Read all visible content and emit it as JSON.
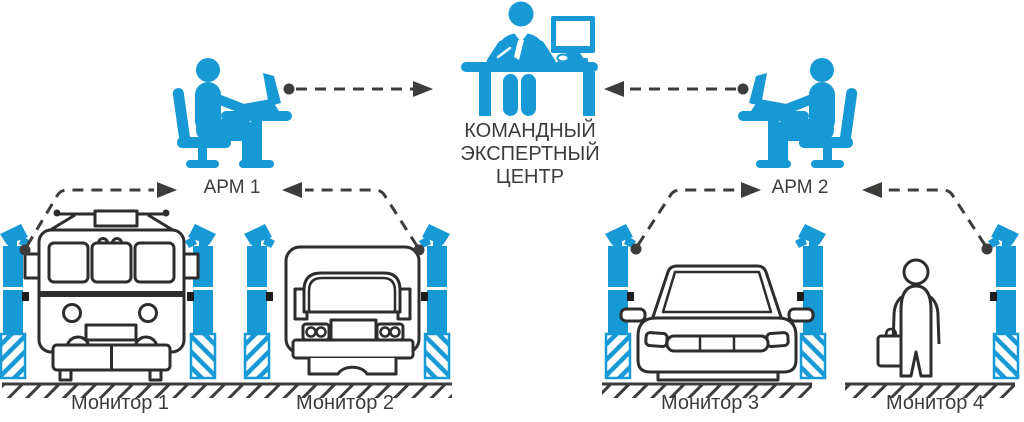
{
  "page": {
    "background": "#FFFFFF"
  },
  "palette": {
    "accent_blue": "#1799D6",
    "connector_dark": "#3C3C3B",
    "outline_dark": "#2D2D2D"
  },
  "command_center": {
    "id": "command-center",
    "label": "КОМАНДНЫЙ ЭКСПЕРТНЫЙ ЦЕНТР",
    "icon": "operator-at-desk-with-monitor"
  },
  "workstations": [
    {
      "id": "arm-1",
      "label": "АРМ 1",
      "icon": "operator-at-laptop-desk",
      "linked_to": [
        "command-center",
        "monitor-1",
        "monitor-2"
      ]
    },
    {
      "id": "arm-2",
      "label": "АРМ 2",
      "icon": "operator-at-laptop-desk",
      "linked_to": [
        "command-center",
        "monitor-3",
        "monitor-4"
      ]
    }
  ],
  "monitoring_zones": [
    {
      "id": "monitor-1",
      "label": "Монитор 1",
      "subject": "train",
      "camera_pillars": 2
    },
    {
      "id": "monitor-2",
      "label": "Монитор 2",
      "subject": "truck",
      "camera_pillars": 2
    },
    {
      "id": "monitor-3",
      "label": "Монитор 3",
      "subject": "car",
      "camera_pillars": 2
    },
    {
      "id": "monitor-4",
      "label": "Монитор 4",
      "subject": "pedestrian",
      "camera_pillars": 1
    }
  ],
  "connection_style": {
    "type": "dashed-arrow",
    "dot_at_source": true
  }
}
